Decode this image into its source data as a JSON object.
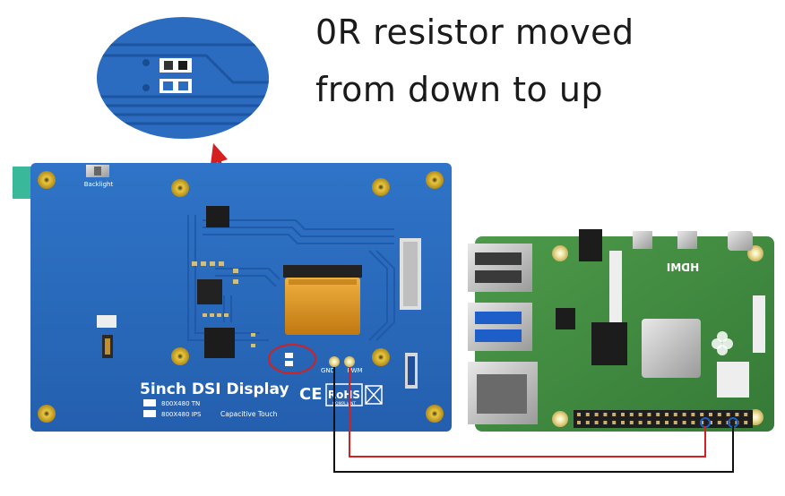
{
  "caption": {
    "line1": "0R resistor moved",
    "line2": "from down to up"
  },
  "display_board": {
    "title": "5inch DSI Display",
    "backlight_label": "Backlight",
    "option_tn": "800X480 TN",
    "option_ips": "800X480 IPS",
    "touch_label": "Capacitive Touch",
    "pin_gnd": "GND",
    "pin_pwm": "PWM",
    "cert_ce": "CE",
    "cert_rohs": "RoHS",
    "cert_compliant": "COMPLIANT",
    "pcb_color": "#2b6cc0"
  },
  "pi_board": {
    "hdmi_label": "HDMI",
    "pcb_color": "#3f8a3f"
  },
  "colors": {
    "highlight_circle": "#d42020",
    "arrow": "#d42020",
    "wire_red": "#d42020",
    "wire_black": "#111111"
  }
}
